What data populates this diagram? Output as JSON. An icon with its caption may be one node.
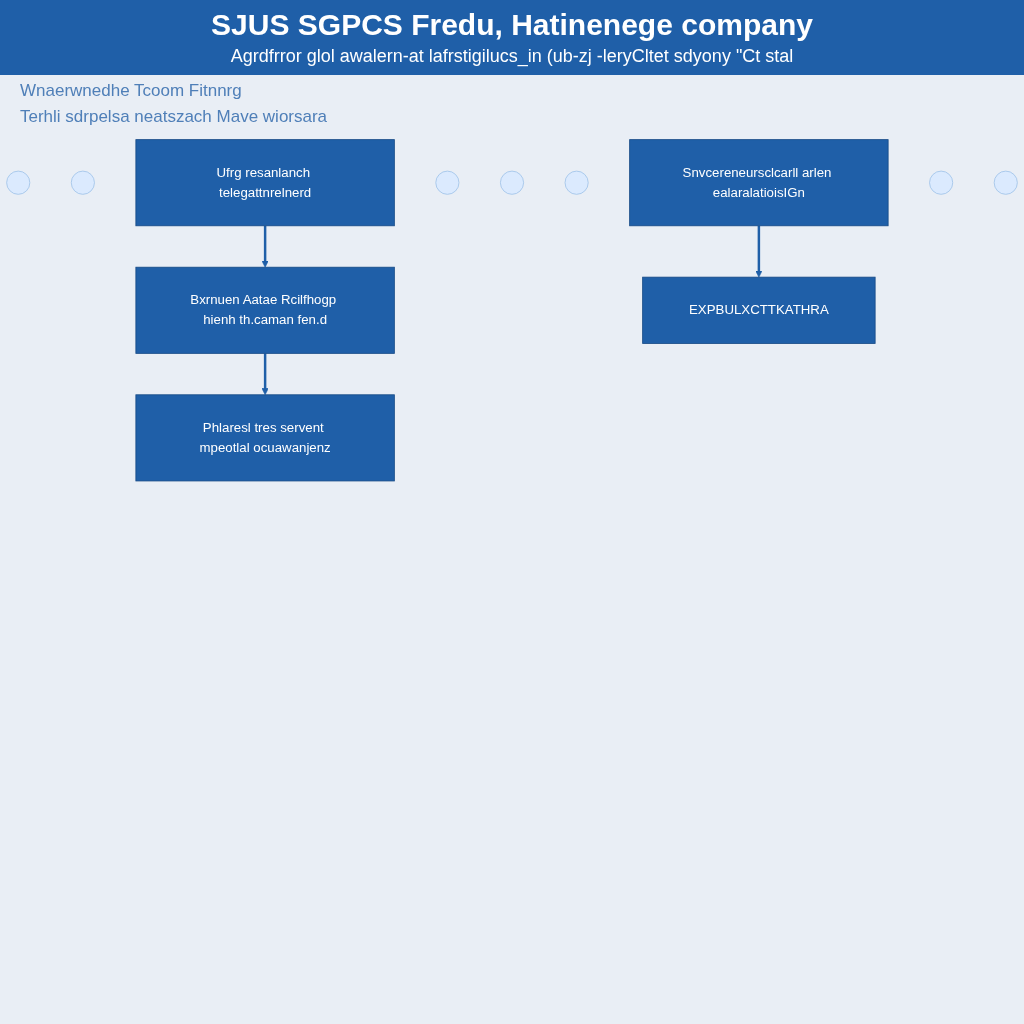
{
  "diagram": {
    "title": "SJUS SGPCS Fredu, Hatinenege company",
    "nodes": [
      {
        "text": [],
        "shape": "circle"
      },
      {
        "text": [],
        "shape": "circle"
      },
      {
        "text": [
          "Ufrg resanlanch telegattnrelnerd"
        ]
      },
      {
        "text": [],
        "shape": "circle"
      },
      {
        "text": [],
        "shape": "circle"
      },
      {
        "text": [],
        "shape": "circle"
      },
      {
        "text": [
          "Bxrnuen Aatae Rcilfhogp hienh th.caman fen.d"
        ]
      },
      {
        "text": [
          "Snvcereneursclcarll arlen ealaralatioisIGn"
        ]
      },
      {
        "text": [],
        "shape": "circle"
      },
      {
        "text": [],
        "shape": "circle"
      },
      {
        "text": [
          "Phlaresl tres servent mpeotlal ocuawanjenz"
        ]
      },
      {
        "text": [
          "EXPBULXCTTKATHRA"
        ]
      }
    ],
    "edges": [
      {
        "from": 2,
        "to": 6,
        "arrow": "to"
      },
      {
        "from": 7,
        "to": 11,
        "arrow": "to"
      },
      {
        "from": 6,
        "to": 10,
        "arrow": "to"
      }
    ],
    "labels": [
      "Agrdfrror glol awalern-at lafrstigilucs_in (ub-zj -leryCltet sdyony \"Ct stal",
      "Wnaerwnedhe Tcoom Fitnnrg",
      "Terhli sdrpelsa neatszach Mave wiorsara"
    ]
  }
}
